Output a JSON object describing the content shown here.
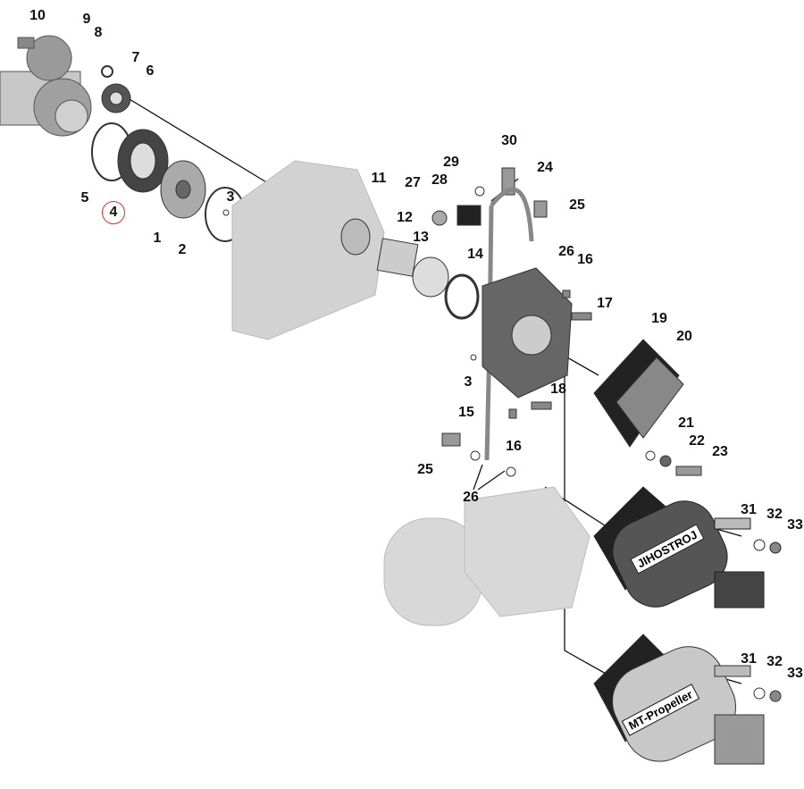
{
  "diagram": {
    "title": "Exploded parts view",
    "callouts": [
      "10",
      "9",
      "8",
      "7",
      "6",
      "5",
      "4",
      "1",
      "3",
      "2",
      "11",
      "12",
      "13",
      "14",
      "27",
      "28",
      "29",
      "30",
      "24",
      "25",
      "26",
      "16",
      "17",
      "19",
      "20",
      "3",
      "15",
      "18",
      "16",
      "21",
      "22",
      "23",
      "25",
      "26",
      "31",
      "32",
      "33",
      "31",
      "32",
      "33"
    ],
    "highlighted_callout": "4",
    "brands": {
      "upper": "JIHOSTROJ",
      "lower": "MT-Propeller"
    },
    "colors": {
      "highlight": "#e03030",
      "part": "#8a8a8a",
      "ghost": "#d8d8d8",
      "line": "#111111"
    }
  }
}
